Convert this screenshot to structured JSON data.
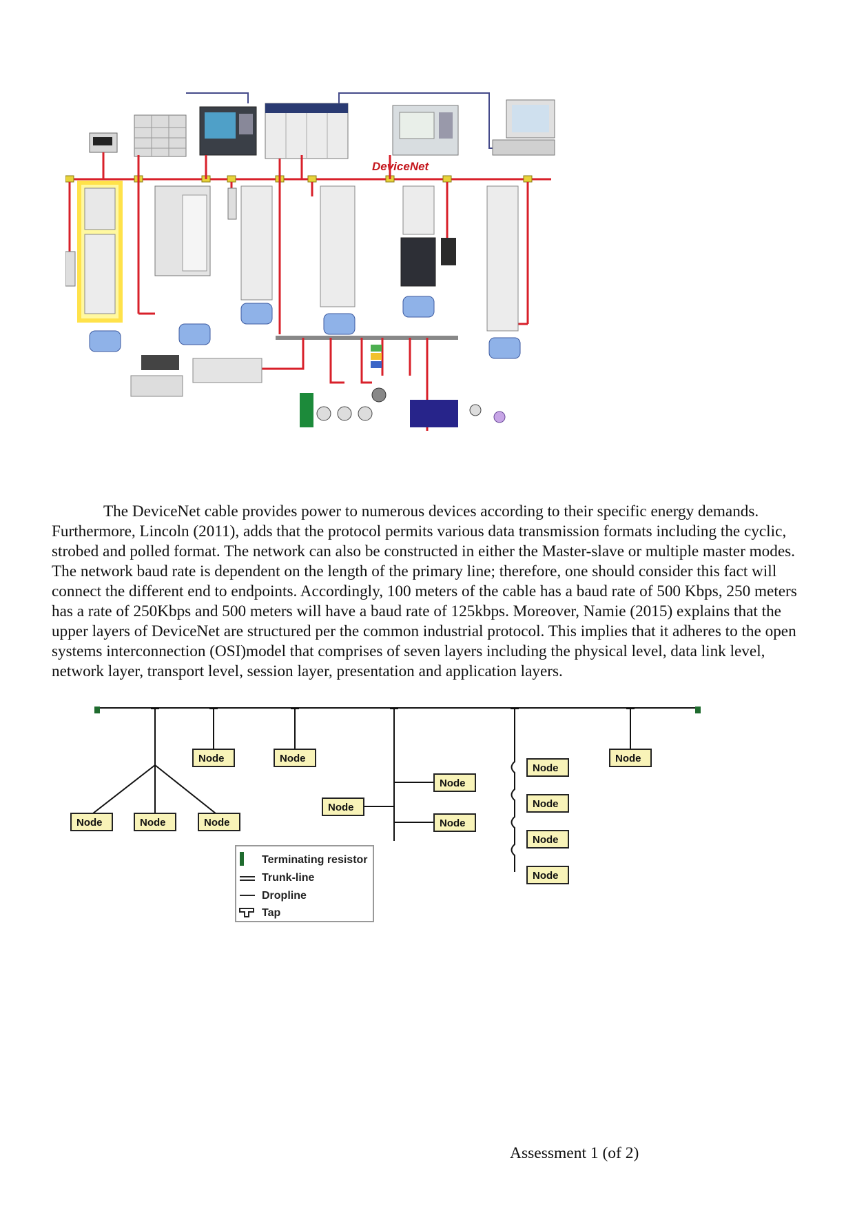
{
  "figure1": {
    "network_label": "DeviceNet",
    "device_icons": [
      "display-panel-icon",
      "plc-rack-icon",
      "hmi-terminal-icon",
      "controller-chassis-icon",
      "operator-panel-icon",
      "computer-icon",
      "motor-starter-icon",
      "drive-cabinet-icon",
      "motor-icon",
      "sensor-icon",
      "stack-light-icon",
      "conveyor-icon"
    ],
    "colors": {
      "cable": "#d8202a",
      "tap": "#e8d33a",
      "highlight": "#ffe24a",
      "conveyor_block": "#27248a",
      "conveyor_frame": "#1c8a3a"
    }
  },
  "paragraph": "The DeviceNet cable provides power to numerous devices according to their specific energy demands. Furthermore, Lincoln (2011), adds that the protocol permits various data transmission formats including the cyclic, strobed and polled format. The network can also be constructed in either the Master-slave or multiple master modes. The network baud rate is dependent on the length of the primary line; therefore, one should consider this fact will connect the different end to endpoints. Accordingly, 100 meters of the cable has a baud rate of 500 Kbps, 250 meters has a rate of 250Kbps and 500 meters will have a baud rate of 125kbps. Moreover, Namie (2015) explains that the upper layers of DeviceNet are structured per the common industrial protocol. This implies that it adheres to the open systems interconnection (OSI)model that comprises of seven layers including the physical level, data link level, network layer, transport level, session layer, presentation and application layers.",
  "figure2": {
    "node_label": "Node",
    "legend": {
      "terminating_resistor": "Terminating resistor",
      "trunk_line": "Trunk-line",
      "dropline": "Dropline",
      "tap": "Tap"
    },
    "colors": {
      "node_fill": "#f8f3b8",
      "resistor": "#1f6b2e"
    }
  },
  "footer": "Assessment 1 (of 2)"
}
